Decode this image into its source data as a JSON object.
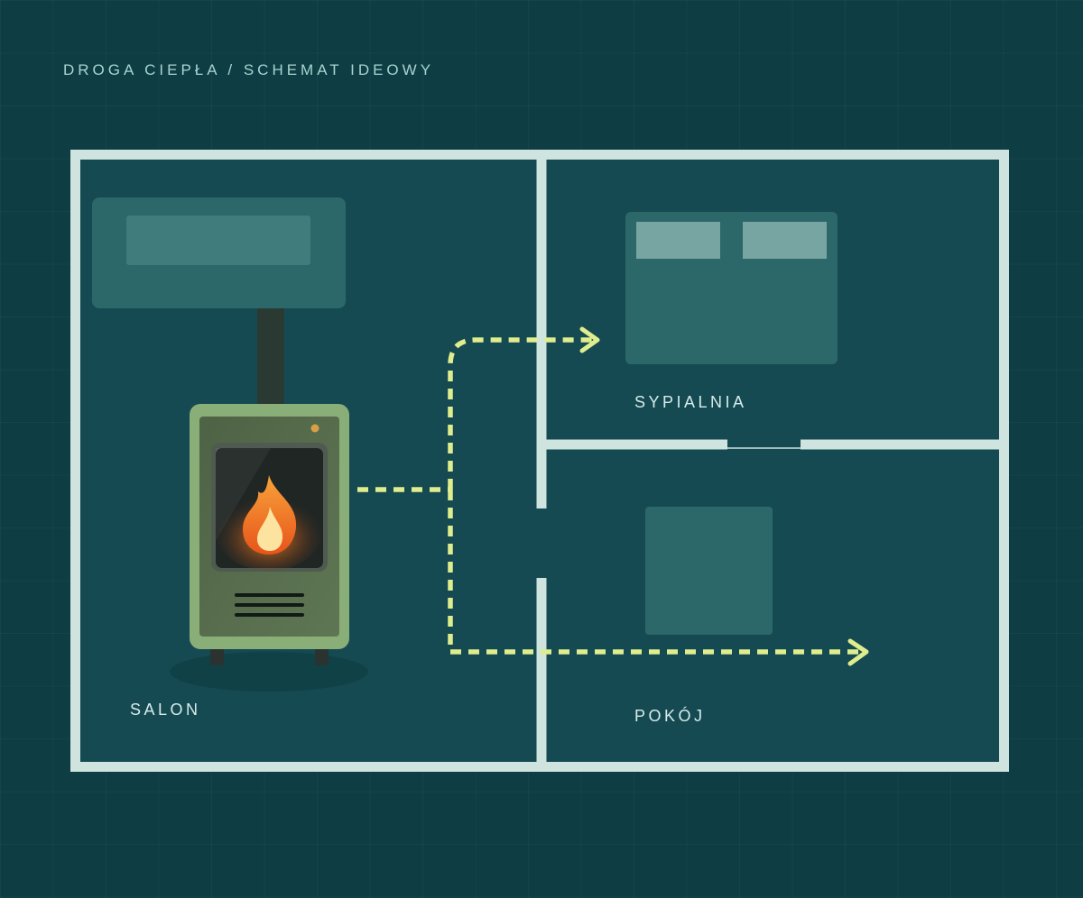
{
  "title": "DROGA CIEPŁA / SCHEMAT IDEOWY",
  "rooms": {
    "salon": "SALON",
    "sypialnia": "SYPIALNIA",
    "pokoj": "POKÓJ"
  },
  "colors": {
    "background": "#0e3d44",
    "room_fill": "#154a52",
    "wall": "#cfe3df",
    "furniture": "#2c676a",
    "heat_path": "#dfed8e",
    "stove_body": "#8aae77",
    "flame": "#f07a1c"
  },
  "icons": [
    "pellet-stove-icon",
    "flame-icon",
    "arrow-right-icon"
  ]
}
